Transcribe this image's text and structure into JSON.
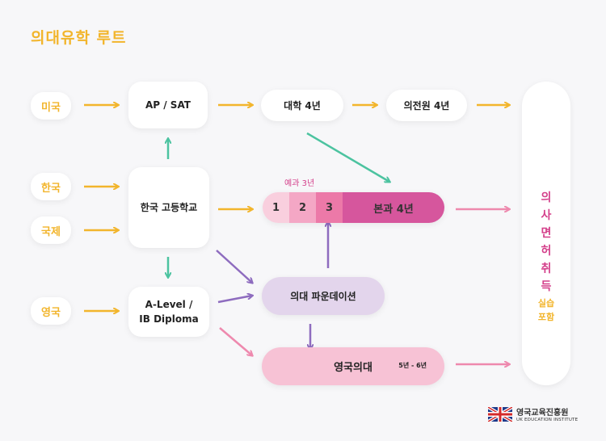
{
  "title": "의대유학 루트",
  "countries": {
    "usa": "미국",
    "korea": "한국",
    "intl": "국제",
    "uk": "영국"
  },
  "nodes": {
    "ap_sat": "AP / SAT",
    "university": "대학 4년",
    "med_grad": "의전원 4년",
    "korea_hs": "한국 고등학교",
    "alevel_line1": "A-Level /",
    "alevel_line2": "IB Diploma",
    "foundation": "의대 파운데이션",
    "uk_med": "영국의대",
    "uk_med_years": "5년 - 6년"
  },
  "premed": {
    "label": "예과 3년",
    "years": [
      "1",
      "2",
      "3"
    ],
    "main": "본과 4년"
  },
  "license": {
    "chars": [
      "의",
      "사",
      "면",
      "허",
      "취",
      "득"
    ],
    "note_line1": "실습",
    "note_line2": "포함"
  },
  "logo": {
    "name": "영국교육진흥원",
    "sub": "UK EDUCATION INSTITUTE"
  },
  "colors": {
    "yellow": "#f2b52c",
    "teal": "#4cc3a0",
    "purple": "#8e6cbf",
    "pink": "#ee89ae",
    "magenta": "#d4408b"
  }
}
